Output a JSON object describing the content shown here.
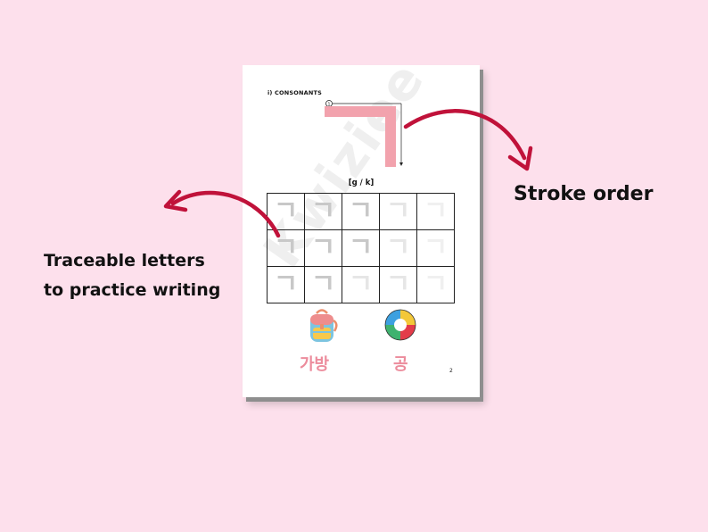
{
  "sheet": {
    "section_title": "i) CONSONANTS",
    "stroke_number": "①",
    "romanization": "[g / k]",
    "practice_letter": "ㄱ",
    "words": [
      {
        "text": "가방",
        "icon": "backpack-icon"
      },
      {
        "text": "공",
        "icon": "ball-icon"
      }
    ],
    "page_number": "2",
    "watermark": "Kwiziee"
  },
  "callouts": {
    "stroke_order": "Stroke order",
    "traceable_line1": "Traceable letters",
    "traceable_line2": "to practice writing"
  },
  "colors": {
    "background": "#fde0ec",
    "stroke": "#f2a2ad",
    "arrow": "#c0123a",
    "word": "#ec8c9c"
  }
}
